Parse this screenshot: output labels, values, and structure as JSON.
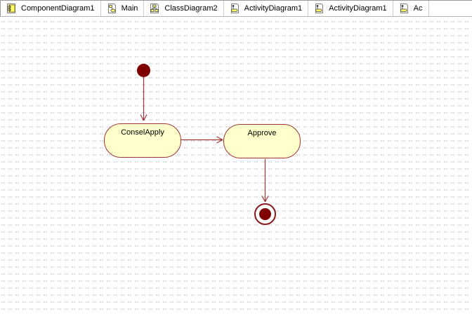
{
  "tab_bar": {
    "tabs": [
      {
        "label": "ComponentDiagram1",
        "icon": "component-diagram-icon"
      },
      {
        "label": "Main",
        "icon": "usecase-diagram-icon"
      },
      {
        "label": "ClassDiagram2",
        "icon": "class-diagram-icon"
      },
      {
        "label": "ActivityDiagram1",
        "icon": "activity-diagram-icon"
      },
      {
        "label": "ActivityDiagram1",
        "icon": "activity-diagram-icon"
      },
      {
        "label": "Ac",
        "icon": "activity-diagram-icon"
      }
    ]
  },
  "diagram": {
    "type": "uml-activity-diagram",
    "nodes": {
      "initial_state": {
        "kind": "initial-state"
      },
      "consel_apply": {
        "label": "ConselApply",
        "kind": "action-state"
      },
      "approve": {
        "label": "Approve",
        "kind": "action-state"
      },
      "final_state": {
        "kind": "final-state"
      }
    },
    "transitions": [
      {
        "from": "initial_state",
        "to": "consel_apply"
      },
      {
        "from": "consel_apply",
        "to": "approve"
      },
      {
        "from": "approve",
        "to": "final_state"
      }
    ],
    "colors": {
      "state_fill": "#FFFFCC",
      "state_border": "#A03535",
      "transition_line": "#A03535",
      "terminal_fill": "#7E0000",
      "grid_dot": "#cfcfd8"
    }
  }
}
